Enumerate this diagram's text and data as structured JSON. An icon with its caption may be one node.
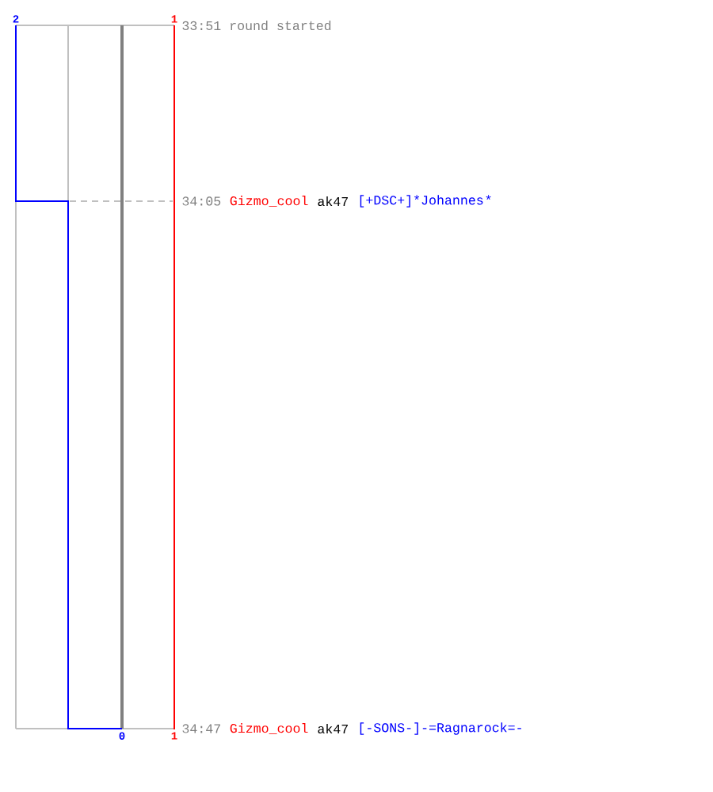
{
  "diagram": {
    "labels": [
      "2",
      "1",
      "33:51 round started",
      "34:05",
      "Gizmo_cool",
      "ak47",
      "[+DSC+]*Johannes",
      "*",
      "34:47",
      "Gizmo_cool",
      "ak47",
      "[-SONS-]-=Ragnarock=-",
      "0",
      "1"
    ]
  }
}
